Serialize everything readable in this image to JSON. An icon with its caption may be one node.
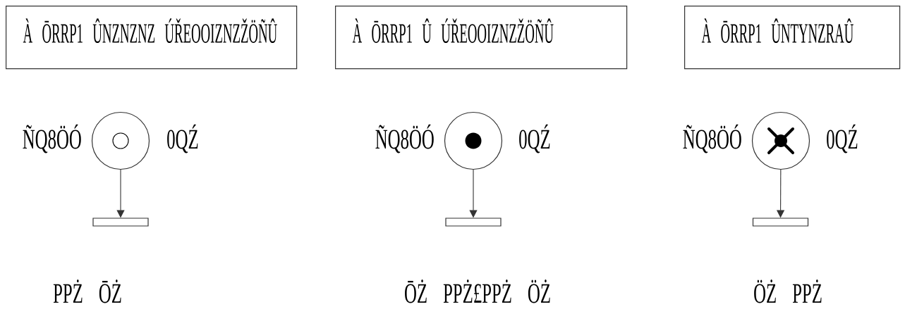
{
  "diagram": {
    "nodes": [
      {
        "text": [
          "À ŌRRP1 ÛNZNZNZ ÚŘEOOIZNZŽÖÑÛ"
        ]
      },
      {
        "text": [],
        "shape": "circle",
        "beside": [
          "ÑQ8ÖÓ",
          "0QŹ"
        ]
      },
      {
        "text": [],
        "shape": "bar"
      },
      {
        "text": [
          "À ŌRRP1 Û ÚŘEOOIZNZŽÖÑÛ"
        ]
      },
      {
        "text": [],
        "shape": "circle",
        "beside": [
          "ÑQ8ÖÓ",
          "0QŹ"
        ]
      },
      {
        "text": [],
        "shape": "bar"
      },
      {
        "text": [
          "À ŌRRP1 ÛNTYNZRAÛ"
        ]
      },
      {
        "text": [],
        "shape": "circle",
        "beside": [
          "ÑQ8ÖÓ",
          "0QŹ"
        ]
      },
      {
        "text": [],
        "shape": "bar"
      }
    ],
    "edges": [
      {
        "from": 1,
        "to": 2,
        "arrow": "to"
      },
      {
        "from": 4,
        "to": 5,
        "arrow": "to"
      },
      {
        "from": 7,
        "to": 8,
        "arrow": "to"
      }
    ],
    "labels": [
      "PPŻ ŌŻ",
      "ŌŻ PPŻ£PPŻ ÖŻ",
      "ÖŻ PPŻ"
    ]
  }
}
